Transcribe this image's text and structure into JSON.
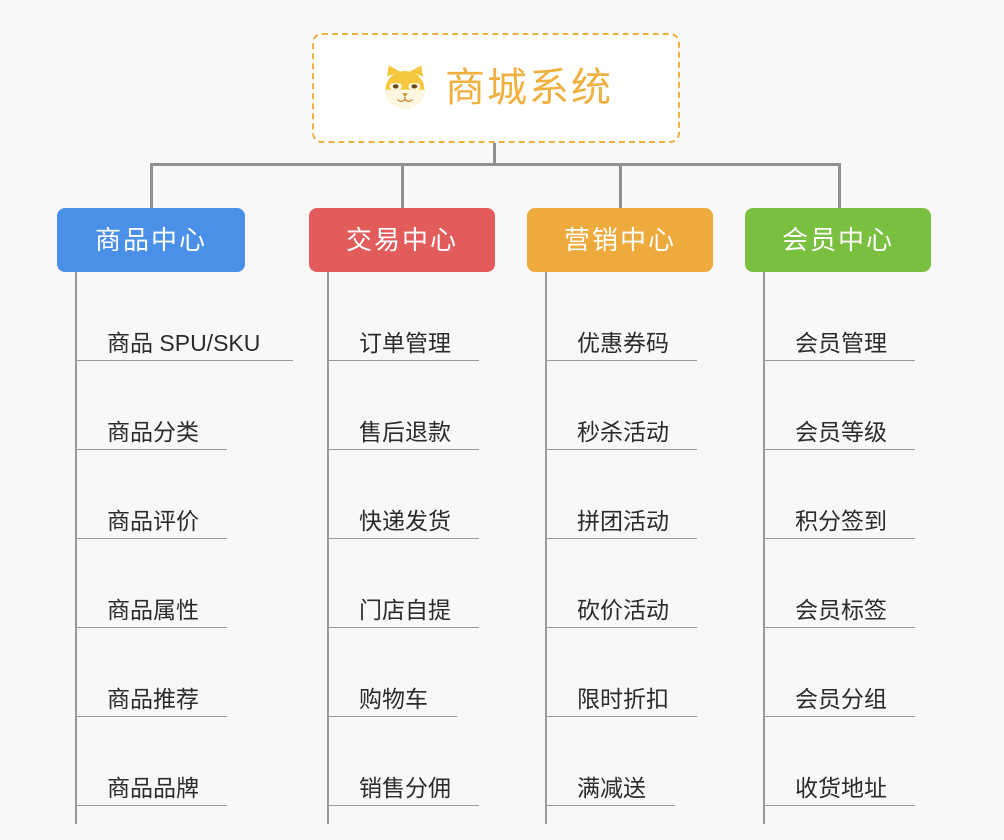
{
  "diagram": {
    "title": "商城系统",
    "background_color": "#f8f8f8",
    "root": {
      "label": "商城系统",
      "icon": "shiba-dog-emoji",
      "border_color": "#efb142",
      "text_color": "#f0b040",
      "background_color": "#ffffff"
    },
    "connector_color": "#909090",
    "categories": [
      {
        "label": "商品中心",
        "color": "#4a90e8",
        "items": [
          "商品 SPU/SKU",
          "商品分类",
          "商品评价",
          "商品属性",
          "商品推荐",
          "商品品牌"
        ]
      },
      {
        "label": "交易中心",
        "color": "#e25c5c",
        "items": [
          "订单管理",
          "售后退款",
          "快递发货",
          "门店自提",
          "购物车",
          "销售分佣"
        ]
      },
      {
        "label": "营销中心",
        "color": "#eeaa3c",
        "items": [
          "优惠券码",
          "秒杀活动",
          "拼团活动",
          "砍价活动",
          "限时折扣",
          "满减送"
        ]
      },
      {
        "label": "会员中心",
        "color": "#79c040",
        "items": [
          "会员管理",
          "会员等级",
          "积分签到",
          "会员标签",
          "会员分组",
          "收货地址"
        ]
      }
    ]
  }
}
